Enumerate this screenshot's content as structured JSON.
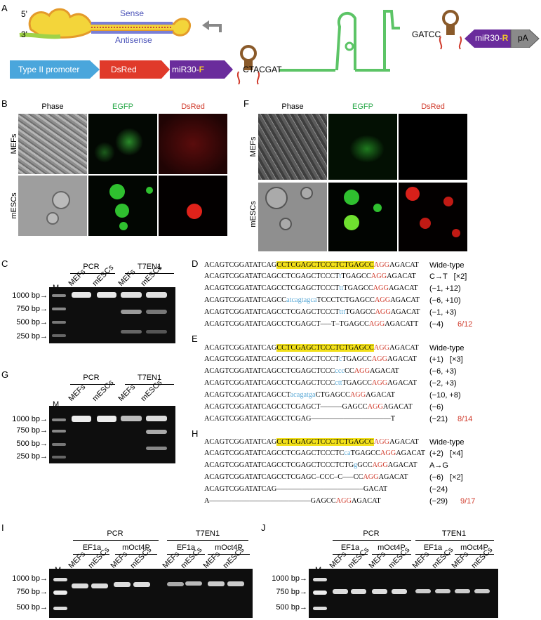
{
  "panelA": {
    "letter": "A",
    "five_prime": "5'",
    "three_prime": "3'",
    "sense": "Sense",
    "antisense": "Antisense",
    "promoter": "Type II promoter",
    "dsred": "DsRed",
    "mir_f": "miR30-",
    "mir_f_bold": "F",
    "ctacgat": "CTACGAT",
    "gatcc": "GATCC",
    "mir_r": "miR30-",
    "mir_r_bold": "R",
    "pa": "pA",
    "colors": {
      "promoter": "#4aa6dc",
      "dsred": "#e03a2a",
      "mir": "#6a2c9c",
      "pa": "#8a8a8a"
    }
  },
  "panelB": {
    "letter": "B",
    "cols": [
      "Phase",
      "EGFP",
      "DsRed"
    ],
    "rows": [
      "MEFs",
      "mESCs"
    ]
  },
  "panelF": {
    "letter": "F",
    "cols": [
      "Phase",
      "EGFP",
      "DsRed"
    ],
    "rows": [
      "MEFs",
      "mESCs"
    ]
  },
  "panelC": {
    "letter": "C",
    "groups": [
      "PCR",
      "T7EN1"
    ],
    "lanes": [
      "M",
      "MEFs",
      "mESCs",
      "MEFs",
      "mESCs"
    ],
    "markers": [
      "1000 bp→",
      "750 bp→",
      "500 bp→",
      "250 bp→"
    ]
  },
  "panelG": {
    "letter": "G",
    "groups": [
      "PCR",
      "T7EN1"
    ],
    "lanes": [
      "M",
      "MEFs",
      "mESCs",
      "MEFs",
      "mESCs"
    ],
    "markers": [
      "1000 bp→",
      "750 bp→",
      "500 bp→",
      "250 bp→"
    ]
  },
  "panelD": {
    "letter": "D",
    "ref": {
      "pre": "ACAGTCGGATATCAG",
      "hl": "CCTCGAGCTCCCTCTGAGCC",
      "pam": "AGG",
      "post": "AGACAT",
      "label": "Wide-type"
    },
    "rows": [
      {
        "a": "ACAGTCGGATATCAGCCTCGAGCTCCCT",
        "b": "t",
        "c": "TGAGCC",
        "d": "AGG",
        "e": "AGACAT",
        "label": "C→T   [×2]"
      },
      {
        "a": "ACAGTCGGATATCAGCCTCGAGCTCCCT",
        "b": "tt",
        "c": "TGAGCC",
        "d": "AGG",
        "e": "AGACAT",
        "label": "(−1, +12)"
      },
      {
        "a": "ACAGTCGGATATCAGCC",
        "b": "atcagtagca",
        "c": "TCCCTCTGAGCC",
        "d": "AGG",
        "e": "AGACAT",
        "label": "(−6, +10)"
      },
      {
        "a": "ACAGTCGGATATCAGCCTCGAGCTCCCT",
        "b": "ttt",
        "c": "TGAGCC",
        "d": "AGG",
        "e": "AGACAT",
        "label": "(−1, +3)"
      },
      {
        "a": "ACAGTCGGATATCAGCCTCGAGCT–––T–TGAGCC",
        "b": "",
        "c": "",
        "d": "AGG",
        "e": "AGACATT",
        "label": "(−4)",
        "ratio": "6/12"
      }
    ]
  },
  "panelE": {
    "letter": "E",
    "ref": {
      "pre": "ACAGTCGGATATCAG",
      "hl": "CCTCGAGCTCCCTCTGAGCC",
      "pam": "AGG",
      "post": "AGACAT",
      "label": "Wide-type"
    },
    "rows": [
      {
        "a": "ACAGTCGGATATCAGCCTCGAGCTCCCT",
        "b": "c",
        "c": "TGAGCC",
        "d": "AGG",
        "e": "AGACAT",
        "label": "(+1)   [×3]"
      },
      {
        "a": "ACAGTCGGATATCAGCCTCGAGCTCCC",
        "b": "ccc",
        "c": "CC",
        "d": "AGG",
        "e": "AGACAT",
        "label": "(−6, +3)"
      },
      {
        "a": "ACAGTCGGATATCAGCCTCGAGCTCCC",
        "b": "ctt",
        "c": "TGAGCC",
        "d": "AGG",
        "e": "AGACAT",
        "label": "(−2, +3)"
      },
      {
        "a": "ACAGTCGGATATCAGCCT",
        "b": "acagatga",
        "c": "CTGAGCC",
        "d": "AGG",
        "e": "AGACAT",
        "label": "(−10, +8)"
      },
      {
        "a": "ACAGTCGGATATCAGCCTCGAGCT––––––GAGCC",
        "b": "",
        "c": "",
        "d": "AGG",
        "e": "AGACAT",
        "label": "(−6)"
      },
      {
        "a": "ACAGTCGGATATCAGCCTCGAG––––––––––––––––––––––T",
        "b": "",
        "c": "",
        "d": "",
        "e": "",
        "label": "(−21)",
        "ratio": "8/14"
      }
    ]
  },
  "panelH": {
    "letter": "H",
    "ref": {
      "pre": "ACAGTCGGATATCAG",
      "hl": "CCTCGAGCTCCCTCTGAGCC",
      "pam": "AGG",
      "post": "AGACAT",
      "label": "Wide-type"
    },
    "rows": [
      {
        "a": "ACAGTCGGATATCAGCCTCGAGCTCCCTC",
        "b": "ca",
        "c": "TGAGCC",
        "d": "AGG",
        "e": "AGACAT",
        "label": "(+2)   [×4]"
      },
      {
        "a": "ACAGTCGGATATCAGCCTCGAGCTCCCTCTG",
        "b": "g",
        "c": "GCC",
        "d": "AGG",
        "e": "AGACAT",
        "label": "A→G"
      },
      {
        "a": "ACAGTCGGATATCAGCCTCGAGC–CCC–C–––CC",
        "b": "",
        "c": "",
        "d": "AGG",
        "e": "AGACAT",
        "label": "(−6)   [×2]"
      },
      {
        "a": "ACAGTCGGATATCAG––––––––––––––––––––––––GACAT",
        "b": "",
        "c": "",
        "d": "",
        "e": "",
        "label": "(−24)"
      },
      {
        "a": "A––––––––––––––––––––––––––––GAGCC",
        "b": "",
        "c": "",
        "d": "AGG",
        "e": "AGACAT",
        "label": "(−29)",
        "ratio": "9/17"
      }
    ]
  },
  "panelI": {
    "letter": "I",
    "groups": [
      "PCR",
      "T7EN1"
    ],
    "subgroups": [
      "EF1a",
      "mOct4P",
      "EF1a",
      "mOct4P"
    ],
    "lanes": [
      "M",
      "MEFs",
      "mESCs",
      "MEFs",
      "mESCs",
      "MEFs",
      "mESCs",
      "MEFs",
      "mESCs"
    ],
    "markers": [
      "1000 bp→",
      "750 bp→",
      "500 bp→"
    ]
  },
  "panelJ": {
    "letter": "J",
    "groups": [
      "PCR",
      "T7EN1"
    ],
    "subgroups": [
      "EF1a",
      "mOct4P",
      "EF1a",
      "mOct4P"
    ],
    "lanes": [
      "M",
      "MEFs",
      "mESCs",
      "MEFs",
      "mESCs",
      "MEFs",
      "mESCs",
      "MEFs",
      "mESCs"
    ],
    "markers": [
      "1000 bp→",
      "750 bp→",
      "500 bp→"
    ]
  }
}
